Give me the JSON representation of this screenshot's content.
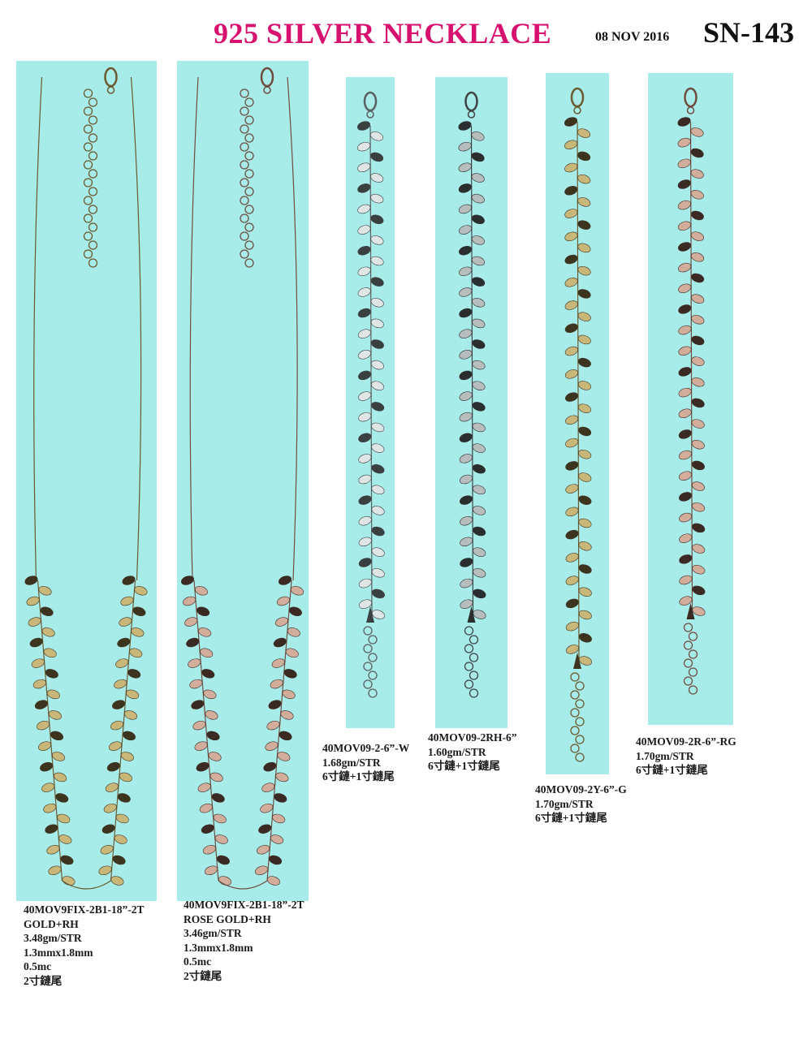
{
  "header": {
    "title": "925 SILVER NECKLACE",
    "date": "08 NOV 2016",
    "code": "SN-143"
  },
  "colors": {
    "title": "#d6116e",
    "panel_background": "#a8ecea",
    "text": "#1a1a1a"
  },
  "products": [
    {
      "item_code": "40MOV9FIX-2B1-18”-2T",
      "plating": "GOLD+RH",
      "weight": "3.48gm/STR",
      "size": "1.3mmx1.8mm",
      "spec": "0.5mc",
      "note": "2寸鏈尾",
      "type": "necklace",
      "metal": "gold"
    },
    {
      "item_code": "40MOV9FIX-2B1-18”-2T",
      "plating": "ROSE GOLD+RH",
      "weight": "3.46gm/STR",
      "size": "1.3mmx1.8mm",
      "spec": "0.5mc",
      "note": "2寸鏈尾",
      "type": "necklace",
      "metal": "rose"
    },
    {
      "item_code": "40MOV09-2-6”-W",
      "weight": "1.68gm/STR",
      "note": "6寸鏈+1寸鏈尾",
      "type": "bracelet",
      "metal": "white"
    },
    {
      "item_code": "40MOV09-2RH-6”",
      "weight": "1.60gm/STR",
      "note": "6寸鏈+1寸鏈尾",
      "type": "bracelet",
      "metal": "rhodium"
    },
    {
      "item_code": "40MOV09-2Y-6”-G",
      "weight": "1.70gm/STR",
      "note": "6寸鏈+1寸鏈尾",
      "type": "bracelet",
      "metal": "gold"
    },
    {
      "item_code": "40MOV09-2R-6”-RG",
      "weight": "1.70gm/STR",
      "note": "6寸鏈+1寸鏈尾",
      "type": "bracelet",
      "metal": "rose"
    }
  ]
}
